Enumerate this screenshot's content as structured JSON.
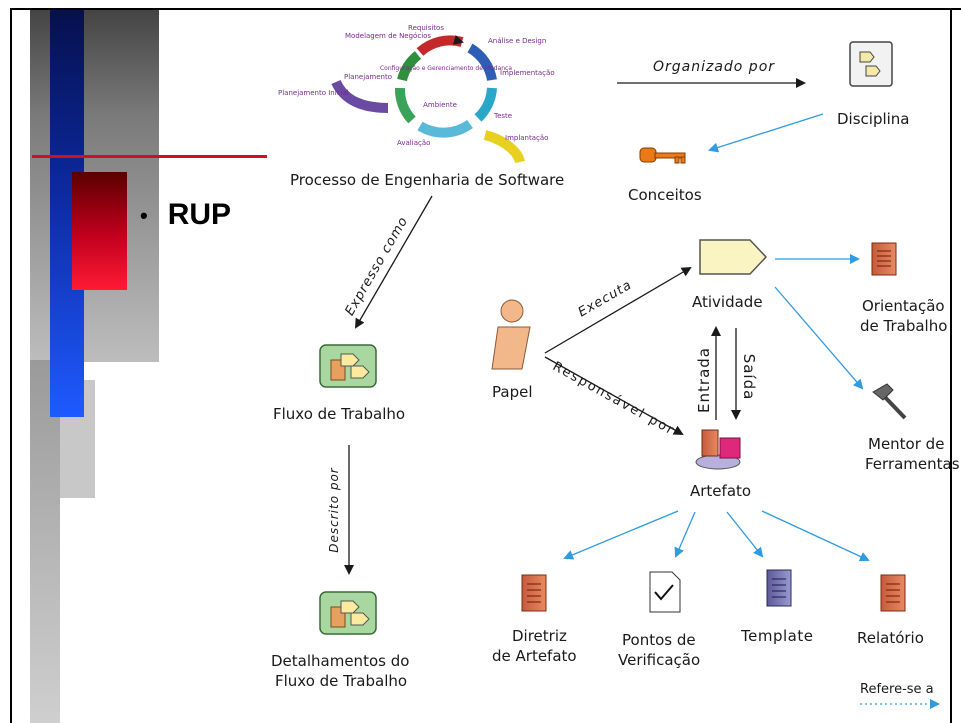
{
  "slide": {
    "bullet": "RUP"
  },
  "cycle": {
    "phases": [
      "Requisitos",
      "Análise e Design",
      "Implementação",
      "Teste",
      "Implantação",
      "Avaliação",
      "Planejamento",
      "Modelagem de Negócios",
      "Planejamento Inicial",
      "Configuração e Gerenciamento de Mudança",
      "Ambiente"
    ]
  },
  "nodes": {
    "processo": "Processo de Engenharia de Software",
    "disciplina": "Disciplina",
    "conceitos": "Conceitos",
    "papel": "Papel",
    "atividade": "Atividade",
    "orientacao": [
      "Orientação",
      "de Trabalho"
    ],
    "mentor": [
      "Mentor de",
      "Ferramentas"
    ],
    "artefato": "Artefato",
    "fluxo": "Fluxo de Trabalho",
    "detalhamentos": [
      "Detalhamentos do",
      "Fluxo de Trabalho"
    ],
    "diretriz": [
      "Diretriz",
      "de Artefato"
    ],
    "pontos": [
      "Pontos de",
      "Verificação"
    ],
    "template": "Template",
    "relatorio": "Relatório"
  },
  "edges": {
    "organizado_por": "Organizado por",
    "expresso_como": "Expresso como",
    "descrito_por": "Descrito por",
    "executa": "Executa",
    "responsavel_por": "Responsável por",
    "entrada": "Entrada",
    "saida": "Saída"
  },
  "legend": {
    "refere_se_a": "Refere-se a"
  },
  "colors": {
    "accent_blue": "#2f9be0",
    "arrow_dark": "#1a1a1a",
    "cycle_text": "#7a2a8c"
  }
}
